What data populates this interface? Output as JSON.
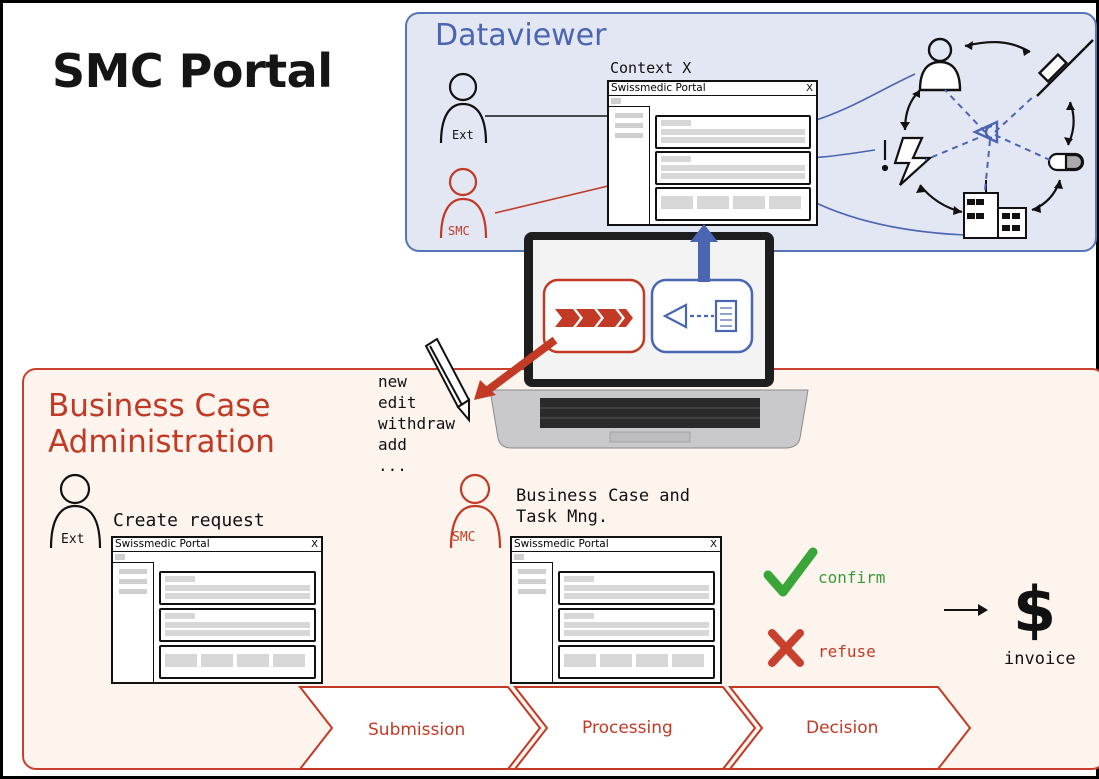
{
  "page": {
    "title": "SMC Portal"
  },
  "dataviewer": {
    "title": "Dataviewer",
    "context_label": "Context X",
    "users": [
      "Ext",
      "SMC"
    ]
  },
  "portal_window": {
    "title": "Swissmedic Portal",
    "close": "X"
  },
  "business_case": {
    "title_line1": "Business Case",
    "title_line2": "Administration",
    "actions": [
      "new",
      "edit",
      "withdraw",
      "add",
      "..."
    ],
    "external_user": "Ext",
    "internal_user": "SMC",
    "create_request": "Create request",
    "task_mgmt_line1": "Business Case and",
    "task_mgmt_line2": "Task Mng.",
    "decisions": {
      "confirm": "confirm",
      "refuse": "refuse"
    },
    "invoice_symbol": "$",
    "invoice": "invoice",
    "stages": [
      "Submission",
      "Processing",
      "Decision"
    ]
  },
  "colors": {
    "dataviewer_blue": "#4a66b3",
    "business_red": "#c23a25",
    "confirm_green": "#3a9a3a",
    "refuse_red": "#c9412e"
  }
}
